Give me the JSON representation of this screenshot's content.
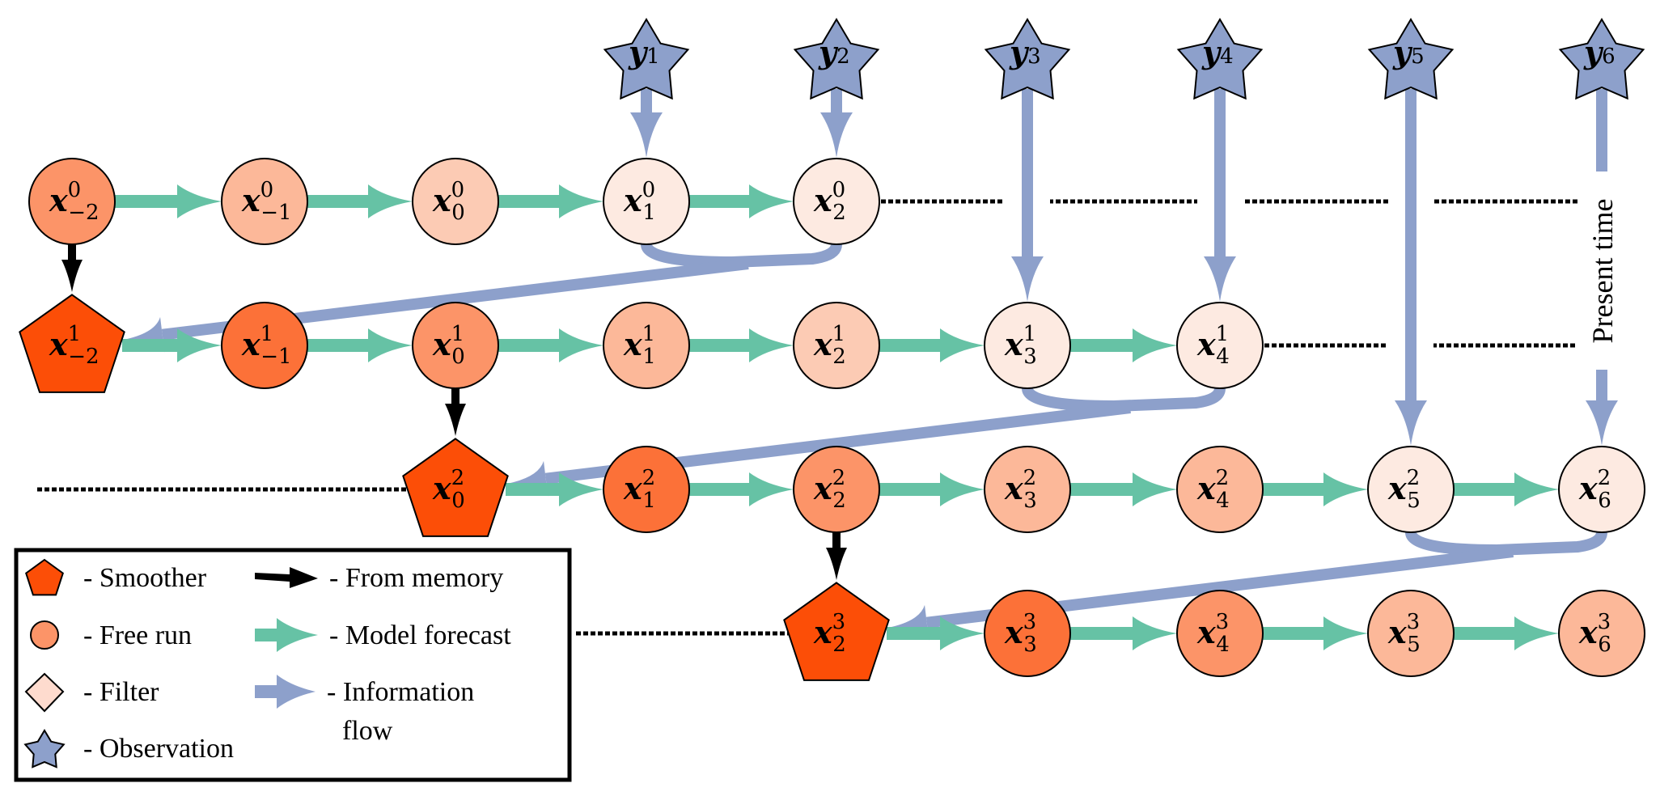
{
  "colors": {
    "smoother": "#FC4E07",
    "free_run_dark": "#FC7138",
    "free_run_medium": "#FC9468",
    "free_run_light": "#FCB899",
    "free_run_lighter": "#FCCBB4",
    "filter": "#FDEAE1",
    "filter_legend": "#FEDBCE",
    "observation": "#8DA0CB",
    "model_forecast": "#66C2A5",
    "from_memory": "#000000",
    "information_flow": "#8DA0CB"
  },
  "observations": [
    {
      "var": "y",
      "sub": "1",
      "col": 3
    },
    {
      "var": "y",
      "sub": "2",
      "col": 4
    },
    {
      "var": "y",
      "sub": "3",
      "col": 5
    },
    {
      "var": "y",
      "sub": "4",
      "col": 6
    },
    {
      "var": "y",
      "sub": "5",
      "col": 7
    },
    {
      "var": "y",
      "sub": "6",
      "col": 8
    }
  ],
  "rows": [
    {
      "sup": "0",
      "nodes": [
        {
          "sub": "−2",
          "col": 0,
          "shape": "circle",
          "tone": "free_run_medium"
        },
        {
          "sub": "−1",
          "col": 1,
          "shape": "circle",
          "tone": "free_run_light"
        },
        {
          "sub": "0",
          "col": 2,
          "shape": "circle",
          "tone": "free_run_lighter"
        },
        {
          "sub": "1",
          "col": 3,
          "shape": "circle",
          "tone": "filter"
        },
        {
          "sub": "2",
          "col": 4,
          "shape": "circle",
          "tone": "filter"
        }
      ]
    },
    {
      "sup": "1",
      "nodes": [
        {
          "sub": "−2",
          "col": 0,
          "shape": "pentagon",
          "tone": "smoother"
        },
        {
          "sub": "−1",
          "col": 1,
          "shape": "circle",
          "tone": "free_run_dark"
        },
        {
          "sub": "0",
          "col": 2,
          "shape": "circle",
          "tone": "free_run_medium"
        },
        {
          "sub": "1",
          "col": 3,
          "shape": "circle",
          "tone": "free_run_light"
        },
        {
          "sub": "2",
          "col": 4,
          "shape": "circle",
          "tone": "free_run_lighter"
        },
        {
          "sub": "3",
          "col": 5,
          "shape": "circle",
          "tone": "filter"
        },
        {
          "sub": "4",
          "col": 6,
          "shape": "circle",
          "tone": "filter"
        }
      ]
    },
    {
      "sup": "2",
      "nodes": [
        {
          "sub": "0",
          "col": 2,
          "shape": "pentagon",
          "tone": "smoother"
        },
        {
          "sub": "1",
          "col": 3,
          "shape": "circle",
          "tone": "free_run_dark"
        },
        {
          "sub": "2",
          "col": 4,
          "shape": "circle",
          "tone": "free_run_medium"
        },
        {
          "sub": "3",
          "col": 5,
          "shape": "circle",
          "tone": "free_run_light"
        },
        {
          "sub": "4",
          "col": 6,
          "shape": "circle",
          "tone": "free_run_light"
        },
        {
          "sub": "5",
          "col": 7,
          "shape": "circle",
          "tone": "filter"
        },
        {
          "sub": "6",
          "col": 8,
          "shape": "circle",
          "tone": "filter"
        }
      ]
    },
    {
      "sup": "3",
      "nodes": [
        {
          "sub": "2",
          "col": 4,
          "shape": "pentagon",
          "tone": "smoother"
        },
        {
          "sub": "3",
          "col": 5,
          "shape": "circle",
          "tone": "free_run_dark"
        },
        {
          "sub": "4",
          "col": 6,
          "shape": "circle",
          "tone": "free_run_medium"
        },
        {
          "sub": "5",
          "col": 7,
          "shape": "circle",
          "tone": "free_run_light"
        },
        {
          "sub": "6",
          "col": 8,
          "shape": "circle",
          "tone": "free_run_light"
        }
      ]
    }
  ],
  "node_var": "x",
  "edges": {
    "from_memory": [
      {
        "from": [
          0,
          0
        ],
        "to": [
          1,
          0
        ]
      },
      {
        "from": [
          1,
          2
        ],
        "to": [
          2,
          2
        ]
      },
      {
        "from": [
          2,
          4
        ],
        "to": [
          3,
          4
        ]
      }
    ],
    "observation_links": [
      {
        "obs_col": 3,
        "to_row": 0
      },
      {
        "obs_col": 4,
        "to_row": 0
      },
      {
        "obs_col": 5,
        "to_row": 1
      },
      {
        "obs_col": 6,
        "to_row": 1
      },
      {
        "obs_col": 7,
        "to_row": 2
      },
      {
        "obs_col": 8,
        "to_row": 2
      }
    ],
    "information_returns": [
      {
        "from_row": 0,
        "from_cols": [
          3,
          4
        ],
        "to_row": 1,
        "to_col": 0
      },
      {
        "from_row": 1,
        "from_cols": [
          5,
          6
        ],
        "to_row": 2,
        "to_col": 2
      },
      {
        "from_row": 2,
        "from_cols": [
          7,
          8
        ],
        "to_row": 3,
        "to_col": 4
      }
    ]
  },
  "present_time_label": "Present time",
  "legend": {
    "shapes": [
      {
        "icon": "pentagon",
        "label": "- Smoother"
      },
      {
        "icon": "circle",
        "label": "- Free run"
      },
      {
        "icon": "diamond",
        "label": "- Filter"
      },
      {
        "icon": "star",
        "label": "- Observation"
      }
    ],
    "arrows": [
      {
        "icon": "black-arrow",
        "label": "- From memory"
      },
      {
        "icon": "green-arrow",
        "label": "- Model forecast"
      },
      {
        "icon": "blue-arrow",
        "label": "- Information",
        "label2": "flow"
      }
    ]
  }
}
